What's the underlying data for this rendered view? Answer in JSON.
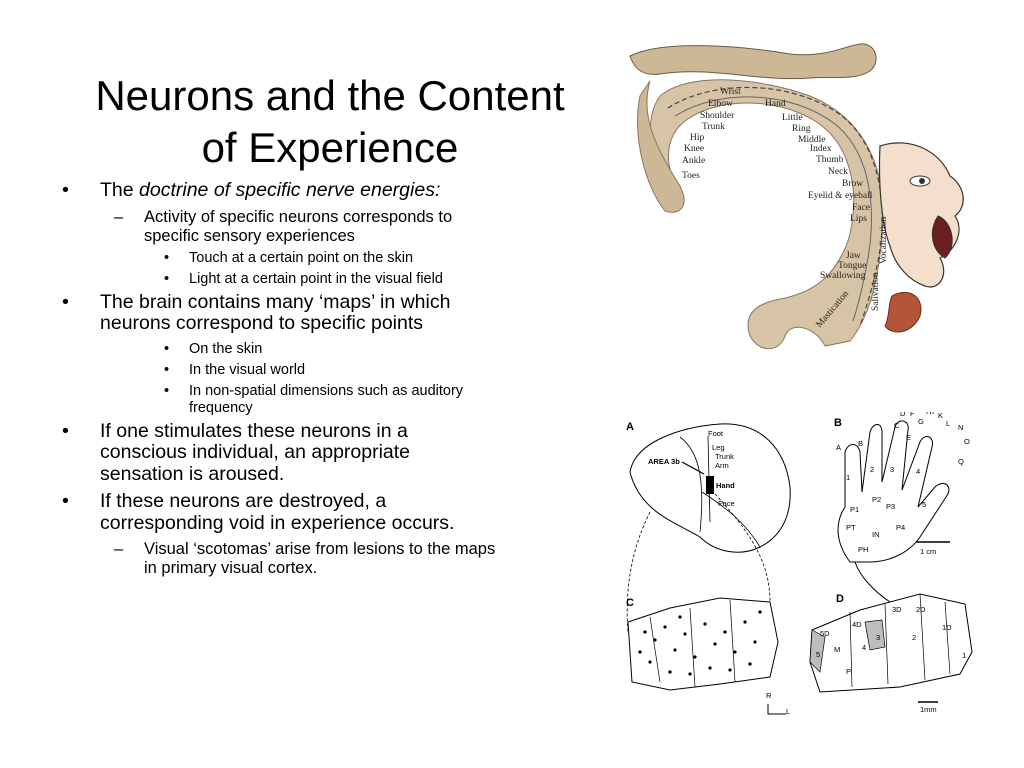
{
  "title": {
    "line1": "Neurons and the Content",
    "line2": "of Experience"
  },
  "bullets": {
    "b1_prefix": "The ",
    "b1_italic": "doctrine of specific nerve energies:",
    "b1_sub1": "Activity of specific neurons corresponds to specific sensory experiences",
    "b1_sub1_a": "Touch at a certain point on the skin",
    "b1_sub1_b": "Light at a certain point in the visual field",
    "b2": "The brain contains many ‘maps’ in which neurons correspond to specific points",
    "b2_a": "On the skin",
    "b2_b": "In the visual world",
    "b2_c": "In non-spatial dimensions such as auditory frequency",
    "b3": "If one stimulates these neurons in a conscious individual, an appropriate sensation is aroused.",
    "b4": "If these neurons are destroyed, a corresponding void in experience occurs.",
    "b4_sub": "Visual ‘scotomas’ arise from lesions to the maps in primary visual cortex."
  },
  "homunculus": {
    "labels": {
      "wrist": "Wrist",
      "elbow": "Elbow",
      "hand": "Hand",
      "shoulder": "Shoulder",
      "little": "Little",
      "trunk": "Trunk",
      "ring": "Ring",
      "hip": "Hip",
      "middle": "Middle",
      "knee": "Knee",
      "index": "Index",
      "ankle": "Ankle",
      "thumb": "Thumb",
      "toes": "Toes",
      "neck": "Neck",
      "brow": "Brow",
      "eyelid": "Eyelid & eyeball",
      "face": "Face",
      "lips": "Lips",
      "jaw": "Jaw",
      "tongue": "Tongue",
      "swallowing": "Swallowing",
      "mastication": "Mastication",
      "salivation": "Salivation",
      "vocalization": "Vocalization"
    }
  },
  "map_figure": {
    "panel_a": "A",
    "panel_b": "B",
    "panel_c": "C",
    "panel_d": "D",
    "area": "AREA 3b",
    "foot": "Foot",
    "leg": "Leg",
    "trunk": "Trunk",
    "arm": "Arm",
    "hand": "Hand",
    "face": "Face",
    "scale_b": "1 cm",
    "scale_d": "1mm",
    "axis_r": "R",
    "axis_l": "L",
    "hand_letters": {
      "p1": "P1",
      "p2": "P2",
      "p3": "P3",
      "p4": "P4",
      "pt": "PT",
      "ph": "PH",
      "in": "IN",
      "d1": "1",
      "d2": "2",
      "d3": "3",
      "d4": "4",
      "d5": "5",
      "a": "A",
      "b": "B",
      "c": "C",
      "d": "D",
      "e": "E",
      "f": "F",
      "g": "G",
      "h": "H",
      "i": "I",
      "k": "K",
      "l": "L",
      "n": "N",
      "o": "O",
      "q": "Q"
    },
    "cortex_labels": {
      "d5": "5D",
      "d4": "4D",
      "d3": "3D",
      "d2": "2D",
      "d1": "1D",
      "m": "M",
      "p": "P",
      "n5": "5",
      "n4": "4",
      "n3": "3",
      "n2": "2",
      "n1": "1"
    }
  }
}
